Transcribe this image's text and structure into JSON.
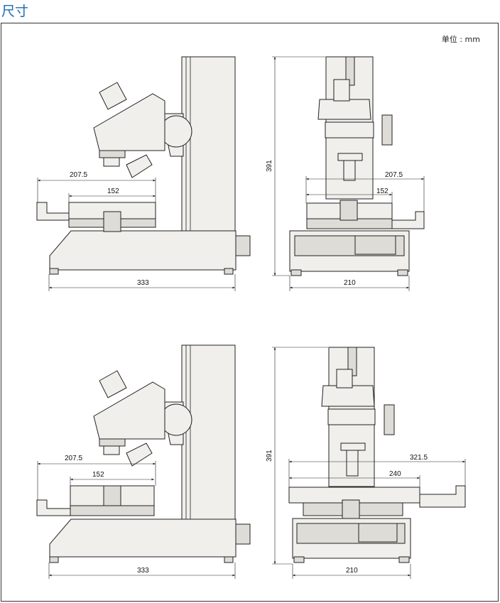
{
  "title": "尺寸",
  "unit_label": "单位 : mm",
  "views": {
    "top_side": {
      "overall_width": "333",
      "stage_outer": "207.5",
      "stage_inner": "152"
    },
    "top_front": {
      "height": "391",
      "width": "210",
      "stage_outer": "207.5",
      "stage_inner": "152"
    },
    "bottom_side": {
      "overall_width": "333",
      "stage_outer": "207.5",
      "stage_inner": "152"
    },
    "bottom_front": {
      "height": "391",
      "width": "210",
      "stage_outer": "321.5",
      "stage_inner": "240"
    }
  }
}
